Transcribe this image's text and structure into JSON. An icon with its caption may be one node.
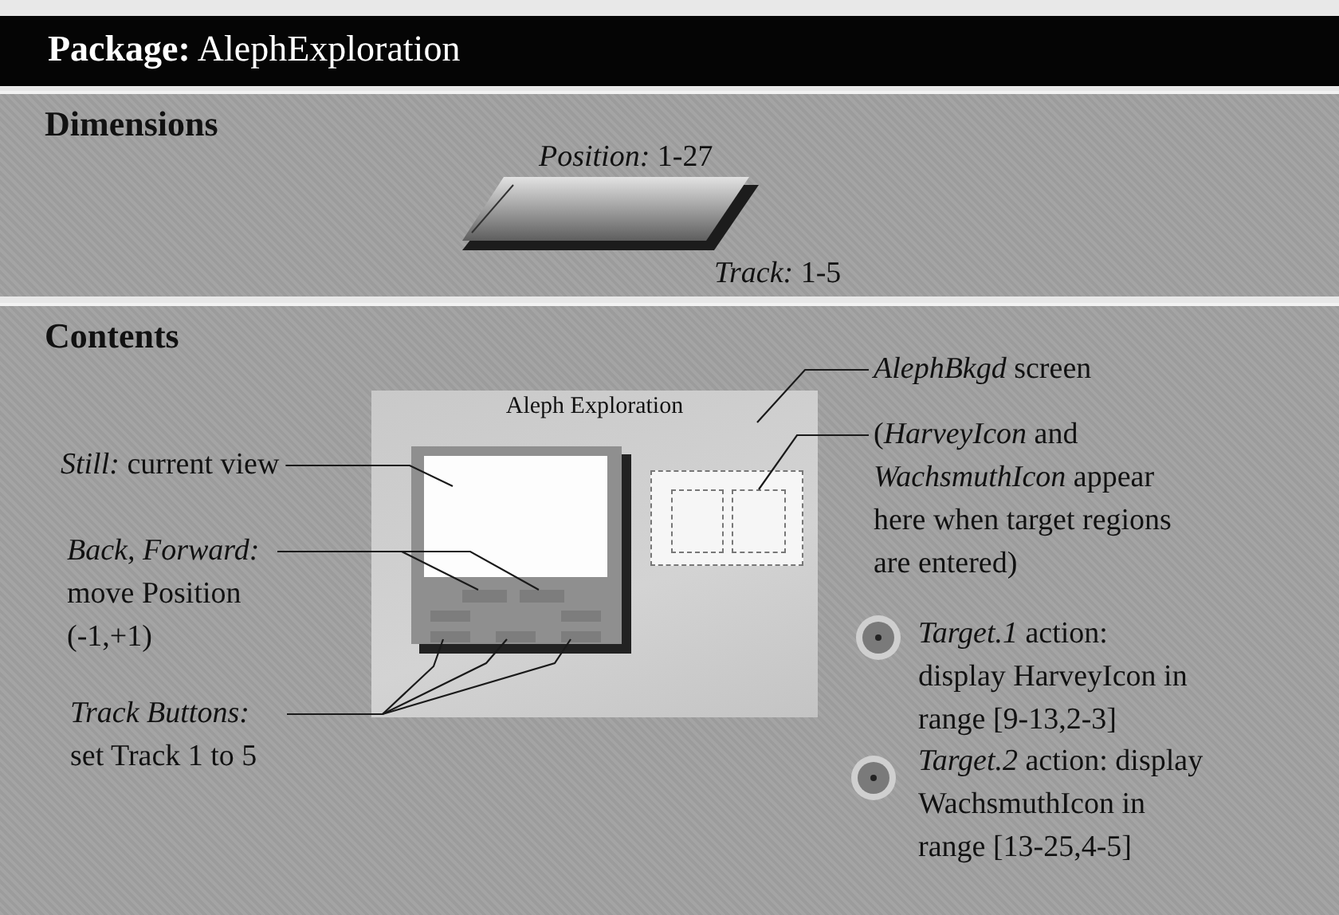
{
  "diagram": {
    "title": "**Package:** AlephExploration",
    "nodes": [
      {
        "text": [
          "Dimensions"
        ]
      },
      {
        "text": [
          "Contents"
        ]
      },
      {
        "text": [
          "Aleph Exploration"
        ],
        "in": 1
      },
      {
        "text": [],
        "shape": "box",
        "in": 2
      },
      {
        "text": [],
        "shape": "box",
        "in": 2
      },
      {
        "text": [],
        "shape": "box",
        "in": 2
      },
      {
        "text": [],
        "shape": "box",
        "in": 2
      },
      {
        "text": [],
        "shape": "box",
        "in": 2
      },
      {
        "text": [],
        "shape": "box",
        "in": 2
      },
      {
        "text": [],
        "shape": "box",
        "in": 2
      },
      {
        "text": [],
        "shape": "box",
        "in": 2
      },
      {
        "text": [],
        "shape": "box",
        "in": 2
      },
      {
        "text": [],
        "shape": "box",
        "in": 11
      },
      {
        "text": [],
        "shape": "box",
        "in": 11
      },
      {
        "text": [
          "*Still:* current view"
        ],
        "in": 1
      },
      {
        "text": [
          "*Back, Forward:* move Position (-1,+1)"
        ],
        "in": 1
      },
      {
        "text": [
          "*Track Buttons:* set Track 1 to 5"
        ],
        "in": 1
      },
      {
        "text": [
          "*AlephBkgd* screen"
        ],
        "in": 1
      },
      {
        "text": [
          "(*HarveyIcon* and *WachsmuthIcon* appear here when target regions are entered)"
        ],
        "in": 1
      }
    ],
    "edges": [
      {
        "from": 14,
        "to": 3,
        "arrow": "none"
      },
      {
        "from": 15,
        "to": 4,
        "arrow": "none"
      },
      {
        "from": 15,
        "to": 5,
        "arrow": "none"
      },
      {
        "from": 16,
        "to": 8,
        "arrow": "none"
      },
      {
        "from": 16,
        "to": 9,
        "arrow": "none"
      },
      {
        "from": 16,
        "to": 10,
        "arrow": "none"
      },
      {
        "from": 17,
        "to": 2,
        "arrow": "none"
      },
      {
        "from": 18,
        "to": 13,
        "arrow": "none"
      }
    ],
    "labels": [
      "*Position:* 1-27",
      "*Track:* 1-5",
      "*Target.1* action: display HarveyIcon in range [9-13,2-3]",
      "*Target.2* action: display WachsmuthIcon in range [13-25,4-5]"
    ]
  }
}
